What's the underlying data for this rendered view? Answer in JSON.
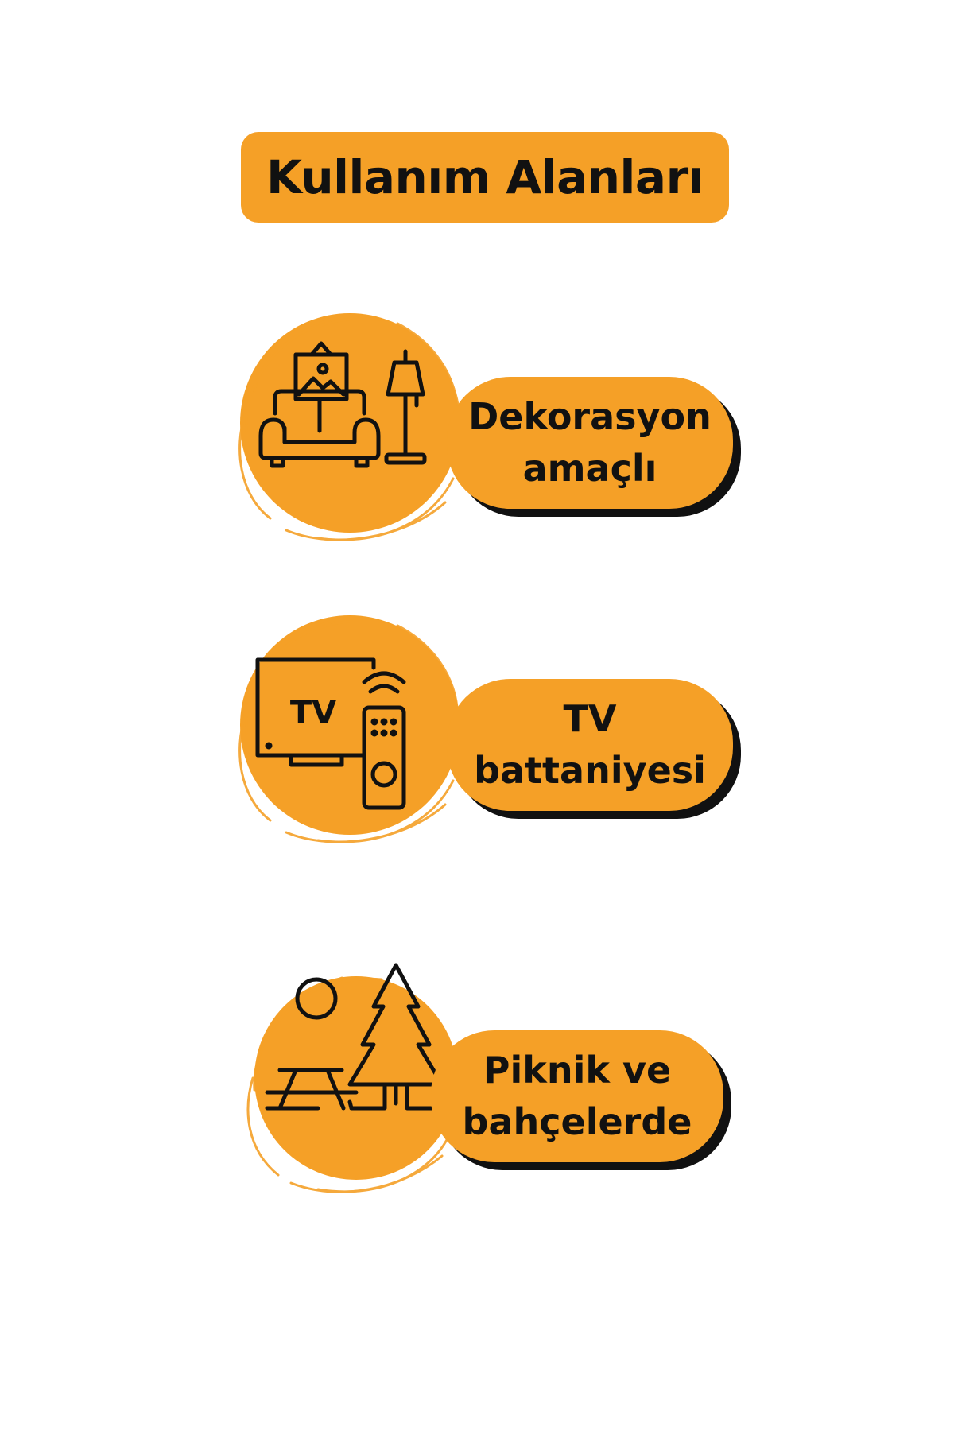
{
  "colors": {
    "accent": "#F5A027",
    "ink": "#111111",
    "background": "#FFFFFF"
  },
  "header": {
    "title": "Kullanım Alanları"
  },
  "items": [
    {
      "label": "Dekorasyon\namaçlı",
      "icon": "living-room-icon"
    },
    {
      "label": "TV\nbattaniyesi",
      "icon": "tv-remote-icon",
      "icon_text": "TV"
    },
    {
      "label": "Piknik ve\nbahçelerde",
      "icon": "picnic-tree-icon"
    }
  ]
}
